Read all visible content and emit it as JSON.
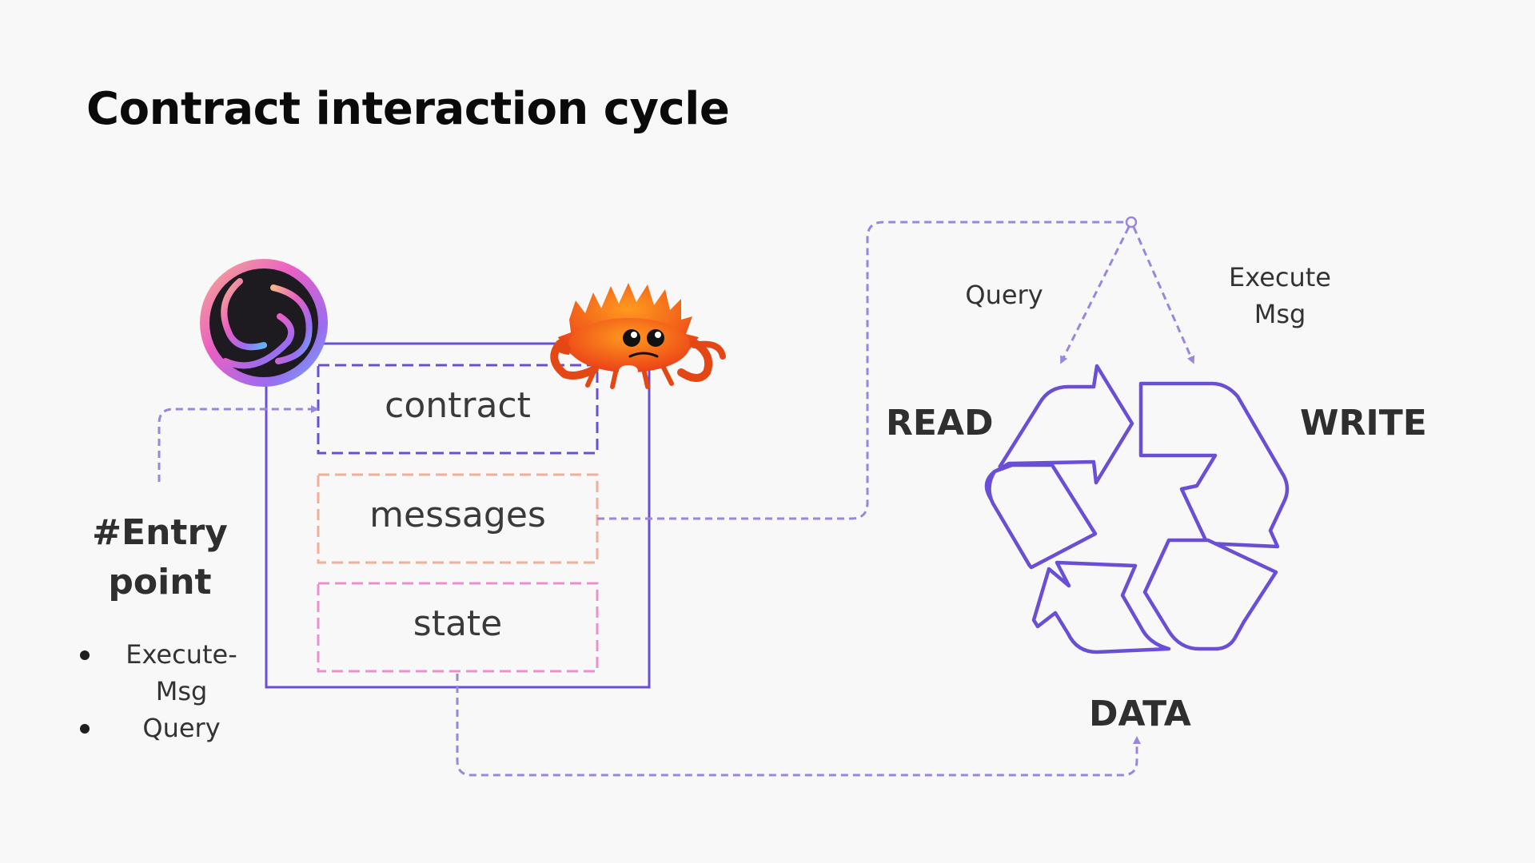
{
  "title": "Contract interaction cycle",
  "contract_box": {
    "contract_label": "contract",
    "messages_label": "messages",
    "state_label": "state"
  },
  "entry_point": {
    "heading_line1": "#Entry",
    "heading_line2": "point",
    "items": [
      {
        "line1": "Execute-",
        "line2": "Msg"
      },
      {
        "line1": "Query"
      }
    ]
  },
  "cycle": {
    "query_label": "Query",
    "execute_label_line1": "Execute",
    "execute_label_line2": "Msg",
    "read_label": "READ",
    "write_label": "WRITE",
    "data_label": "DATA"
  },
  "icons": [
    "cosmwasm-logo-icon",
    "rust-crab-mascot-icon",
    "recycle-arrows-icon"
  ],
  "colors": {
    "primary_purple": "#6a4fd6",
    "dashed_purple": "#9a86de",
    "messages_border": "#f0b098",
    "state_border": "#ec8fd0",
    "crab_orange": "#f26a1b"
  }
}
